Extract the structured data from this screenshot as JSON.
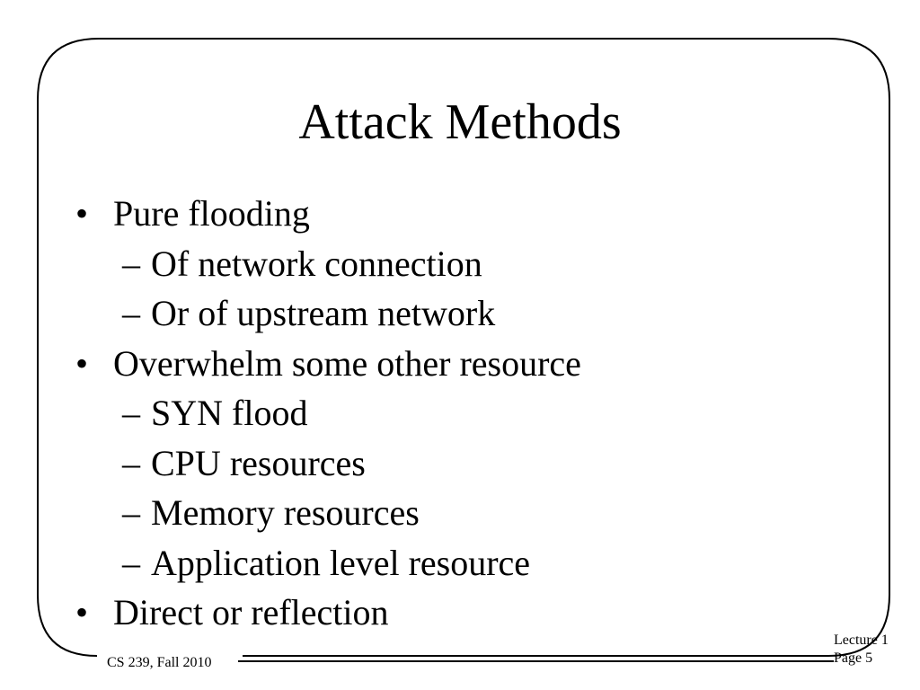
{
  "slide": {
    "title": "Attack Methods",
    "bullets": [
      {
        "level": 1,
        "marker": "•",
        "text": "Pure flooding"
      },
      {
        "level": 2,
        "marker": "–",
        "text": "Of network connection"
      },
      {
        "level": 2,
        "marker": "–",
        "text": "Or of upstream network"
      },
      {
        "level": 1,
        "marker": "•",
        "text": "Overwhelm some other resource"
      },
      {
        "level": 2,
        "marker": "–",
        "text": "SYN flood"
      },
      {
        "level": 2,
        "marker": "–",
        "text": "CPU resources"
      },
      {
        "level": 2,
        "marker": "–",
        "text": "Memory resources"
      },
      {
        "level": 2,
        "marker": "–",
        "text": "Application level resource"
      },
      {
        "level": 1,
        "marker": "•",
        "text": "Direct or reflection"
      }
    ]
  },
  "footer": {
    "course": "CS 239, Fall 2010",
    "lecture": "Lecture 1",
    "page": "Page 5"
  },
  "colors": {
    "background": "#ffffff",
    "text": "#000000",
    "frame": "#000000"
  }
}
